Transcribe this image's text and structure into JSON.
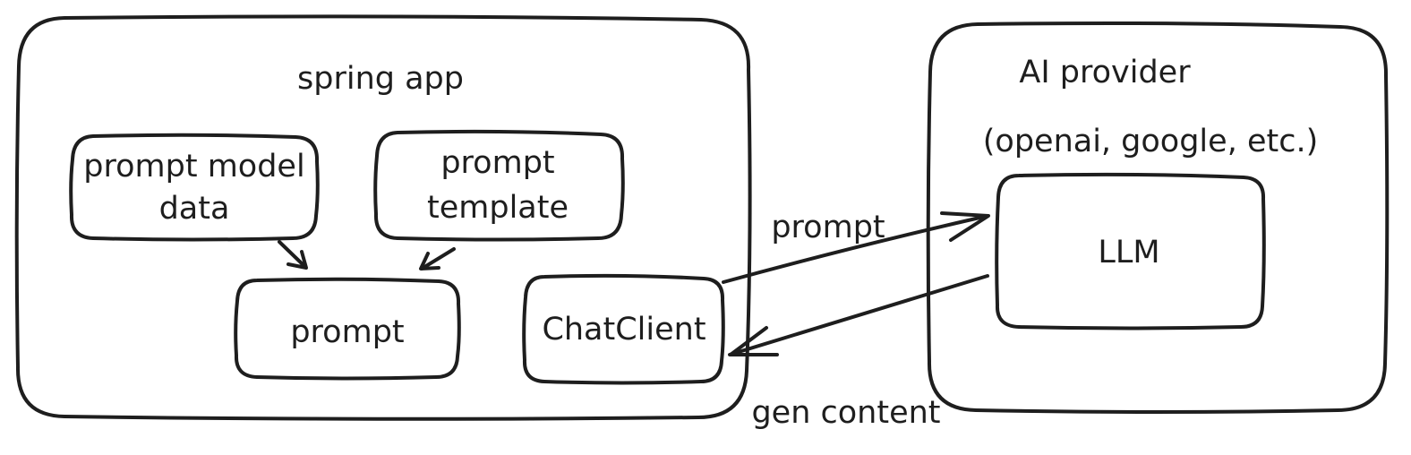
{
  "colors": {
    "stroke": "#1e1e1e",
    "background": "#ffffff"
  },
  "spring_app": {
    "title": "spring app",
    "prompt_model_data": [
      "prompt model",
      "data"
    ],
    "prompt_template": [
      "prompt",
      "template"
    ],
    "prompt": "prompt",
    "chat_client": "ChatClient"
  },
  "ai_provider": {
    "title": "AI provider",
    "subtitle": "(openai, google, etc.)",
    "llm": "LLM"
  },
  "edges": {
    "request_label": "prompt",
    "response_label": "gen content"
  }
}
